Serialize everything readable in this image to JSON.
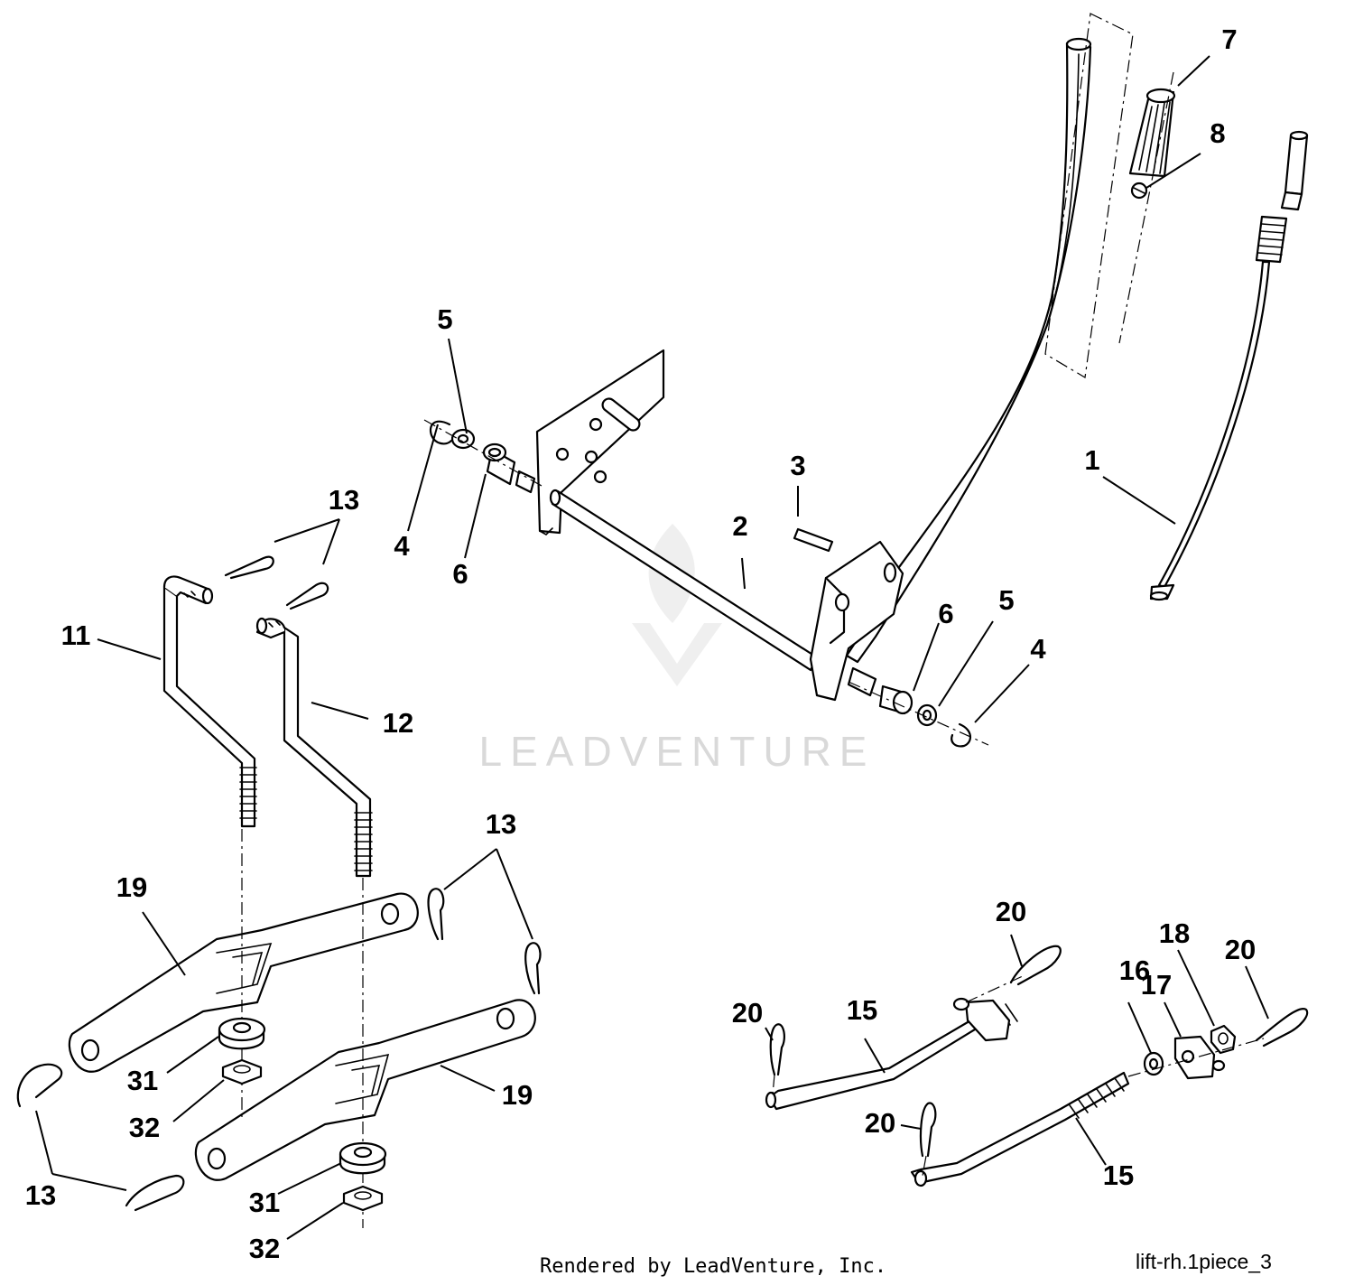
{
  "watermark": "LEADVENTURE",
  "footer": {
    "rendered_by": "Rendered by LeadVenture, Inc.",
    "drawing_id": "lift-rh.1piece_3"
  },
  "callouts": [
    {
      "id": "c1",
      "label": "1"
    },
    {
      "id": "c2",
      "label": "2"
    },
    {
      "id": "c3",
      "label": "3"
    },
    {
      "id": "c4a",
      "label": "4"
    },
    {
      "id": "c4b",
      "label": "4"
    },
    {
      "id": "c5a",
      "label": "5"
    },
    {
      "id": "c5b",
      "label": "5"
    },
    {
      "id": "c6a",
      "label": "6"
    },
    {
      "id": "c6b",
      "label": "6"
    },
    {
      "id": "c7",
      "label": "7"
    },
    {
      "id": "c8",
      "label": "8"
    },
    {
      "id": "c11",
      "label": "11"
    },
    {
      "id": "c12",
      "label": "12"
    },
    {
      "id": "c13a",
      "label": "13"
    },
    {
      "id": "c13b",
      "label": "13"
    },
    {
      "id": "c13c",
      "label": "13"
    },
    {
      "id": "c15a",
      "label": "15"
    },
    {
      "id": "c15b",
      "label": "15"
    },
    {
      "id": "c16",
      "label": "16"
    },
    {
      "id": "c17",
      "label": "17"
    },
    {
      "id": "c18",
      "label": "18"
    },
    {
      "id": "c19a",
      "label": "19"
    },
    {
      "id": "c19b",
      "label": "19"
    },
    {
      "id": "c20a",
      "label": "20"
    },
    {
      "id": "c20b",
      "label": "20"
    },
    {
      "id": "c20c",
      "label": "20"
    },
    {
      "id": "c20d",
      "label": "20"
    },
    {
      "id": "c31a",
      "label": "31"
    },
    {
      "id": "c31b",
      "label": "31"
    },
    {
      "id": "c32a",
      "label": "32"
    },
    {
      "id": "c32b",
      "label": "32"
    }
  ]
}
